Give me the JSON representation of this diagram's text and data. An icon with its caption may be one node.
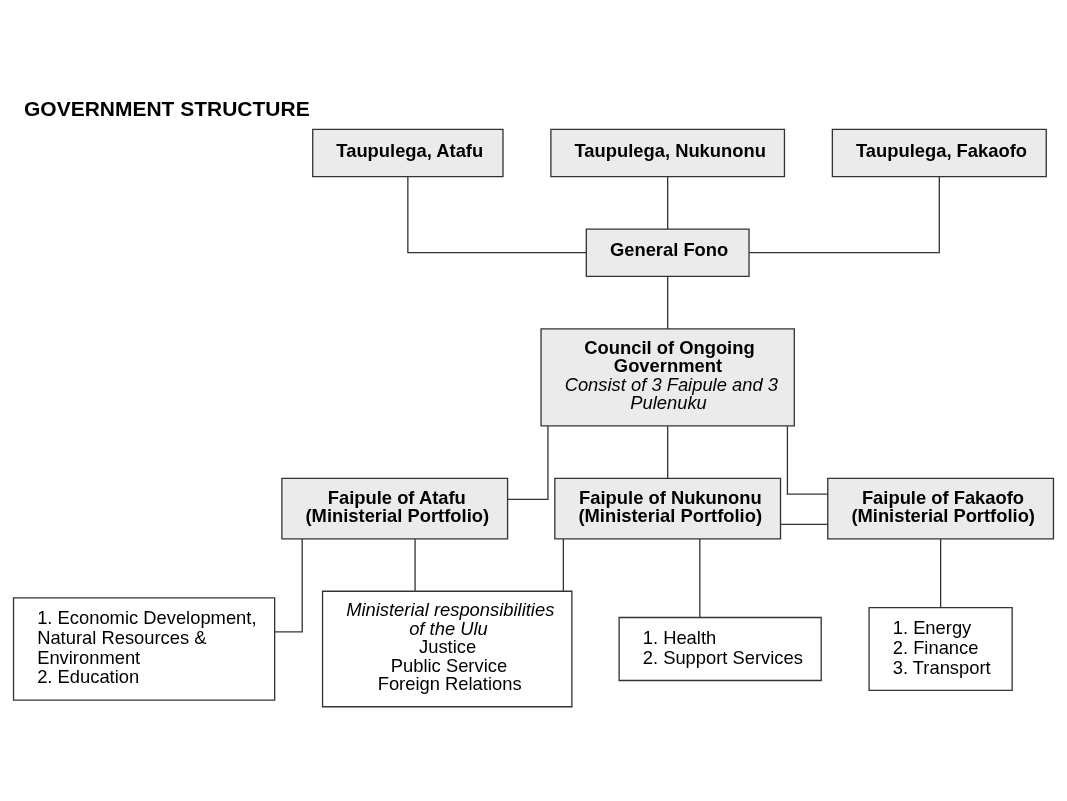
{
  "diagram": {
    "title": "GOVERNMENT STRUCTURE",
    "nodes": [
      {
        "text": [
          "Taupulega, Atafu"
        ]
      },
      {
        "text": [
          "Taupulega, Nukunonu"
        ]
      },
      {
        "text": [
          "Taupulega, Fakaofo"
        ]
      },
      {
        "text": [
          "General Fono"
        ]
      },
      {
        "text": [
          "Council of Ongoing Government",
          "Consist of 3 Faipule and 3 Pulenuku"
        ]
      },
      {
        "text": [
          "Faipule of Atafu (Ministerial Portfolio)"
        ]
      },
      {
        "text": [
          "Faipule of Nukunonu (Ministerial Portfolio)"
        ]
      },
      {
        "text": [
          "Faipule of Fakaofo (Ministerial Portfolio)"
        ]
      },
      {
        "text": [
          "1. Economic Development, Natural Resources & Environment",
          "2. Education"
        ]
      },
      {
        "text": [
          "Ministerial responsibilities of the Ulu",
          "Justice",
          "Public Service",
          "Foreign Relations"
        ]
      },
      {
        "text": [
          "1. Health",
          "2. Support Services"
        ]
      },
      {
        "text": [
          "1. Energy",
          "2. Finance",
          "3. Transport"
        ]
      }
    ],
    "edges": [
      {
        "from": 0,
        "to": 3,
        "arrow": "none"
      },
      {
        "from": 1,
        "to": 3,
        "arrow": "none"
      },
      {
        "from": 2,
        "to": 3,
        "arrow": "none"
      },
      {
        "from": 3,
        "to": 4,
        "arrow": "none"
      },
      {
        "from": 4,
        "to": 5,
        "arrow": "none"
      },
      {
        "from": 4,
        "to": 6,
        "arrow": "none"
      },
      {
        "from": 4,
        "to": 7,
        "arrow": "none"
      },
      {
        "from": 5,
        "to": 9,
        "arrow": "none"
      },
      {
        "from": 6,
        "to": 9,
        "arrow": "none"
      },
      {
        "from": 6,
        "to": 7,
        "arrow": "none"
      },
      {
        "from": 5,
        "to": 8,
        "arrow": "none"
      },
      {
        "from": 6,
        "to": 10,
        "arrow": "none"
      },
      {
        "from": 7,
        "to": 11,
        "arrow": "none"
      }
    ]
  }
}
